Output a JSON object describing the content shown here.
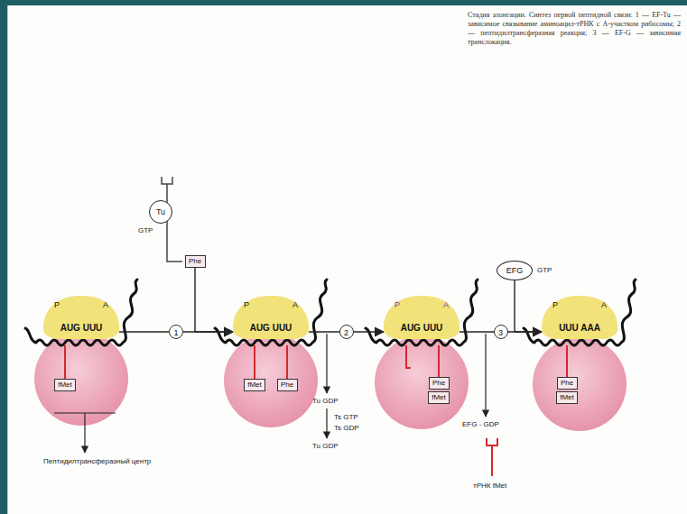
{
  "diagram": {
    "caption": "Стадия элонгации. Синтез первой пептидной связи: 1 — EF-Tu — зависимое связывание аминоацил-тРНК с А-участком рибосомы; 2 — пептидилтрансферазная реакция; 3 — EF-G — зависимая транслокация.",
    "nodes": [
      {
        "text": [
          "Tu",
          "GTP"
        ]
      },
      {
        "text": [
          "Phe"
        ]
      },
      {
        "text": [
          "EFG",
          "GTP"
        ]
      },
      {
        "text": [
          "P",
          "A",
          "AUG UUU"
        ]
      },
      {
        "text": [
          "fMet"
        ]
      },
      {
        "text": [
          "P",
          "A",
          "AUG UUU"
        ]
      },
      {
        "text": [
          "fMet"
        ]
      },
      {
        "text": [
          "Phe"
        ]
      },
      {
        "text": [
          "P",
          "A",
          "AUG UUU"
        ]
      },
      {
        "text": [
          "Phe"
        ]
      },
      {
        "text": [
          "fMet"
        ]
      },
      {
        "text": [
          "P",
          "A",
          "UUU AAA"
        ]
      },
      {
        "text": [
          "Phe"
        ]
      },
      {
        "text": [
          "fMet"
        ]
      }
    ],
    "edges": [
      {
        "from": 3,
        "to": 5,
        "label": "1",
        "arrow": "to"
      },
      {
        "from": 5,
        "to": 8,
        "label": "2",
        "arrow": "to"
      },
      {
        "from": 8,
        "to": 11,
        "label": "3",
        "arrow": "to"
      },
      {
        "from": 1,
        "to": 5,
        "arrow": "to"
      },
      {
        "from": 2,
        "to": 11,
        "arrow": "to"
      }
    ],
    "labels": [
      "Пептидилтрансферазный центр",
      "Tu GDP",
      "Ts GTP",
      "Ts GDP",
      "Tu GDP",
      "EFG - GDP",
      "тРНК fMet"
    ]
  }
}
